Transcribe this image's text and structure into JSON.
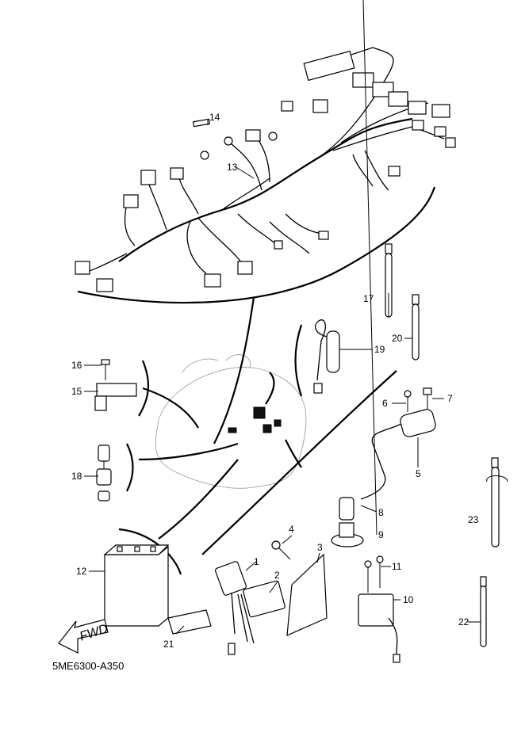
{
  "diagram": {
    "title_code": "5ME6300-A350",
    "direction_arrow": "FWD",
    "callouts": [
      {
        "id": "1",
        "label": "1"
      },
      {
        "id": "2",
        "label": "2"
      },
      {
        "id": "3",
        "label": "3"
      },
      {
        "id": "4",
        "label": "4"
      },
      {
        "id": "5",
        "label": "5"
      },
      {
        "id": "6",
        "label": "6"
      },
      {
        "id": "7",
        "label": "7"
      },
      {
        "id": "8",
        "label": "8"
      },
      {
        "id": "9",
        "label": "9"
      },
      {
        "id": "10",
        "label": "10"
      },
      {
        "id": "11",
        "label": "11"
      },
      {
        "id": "12",
        "label": "12"
      },
      {
        "id": "13",
        "label": "13"
      },
      {
        "id": "14",
        "label": "14"
      },
      {
        "id": "15",
        "label": "15"
      },
      {
        "id": "16",
        "label": "16"
      },
      {
        "id": "17",
        "label": "17"
      },
      {
        "id": "18",
        "label": "18"
      },
      {
        "id": "19",
        "label": "19"
      },
      {
        "id": "20",
        "label": "20"
      },
      {
        "id": "21",
        "label": "21"
      },
      {
        "id": "22",
        "label": "22"
      },
      {
        "id": "23",
        "label": "23"
      }
    ]
  }
}
